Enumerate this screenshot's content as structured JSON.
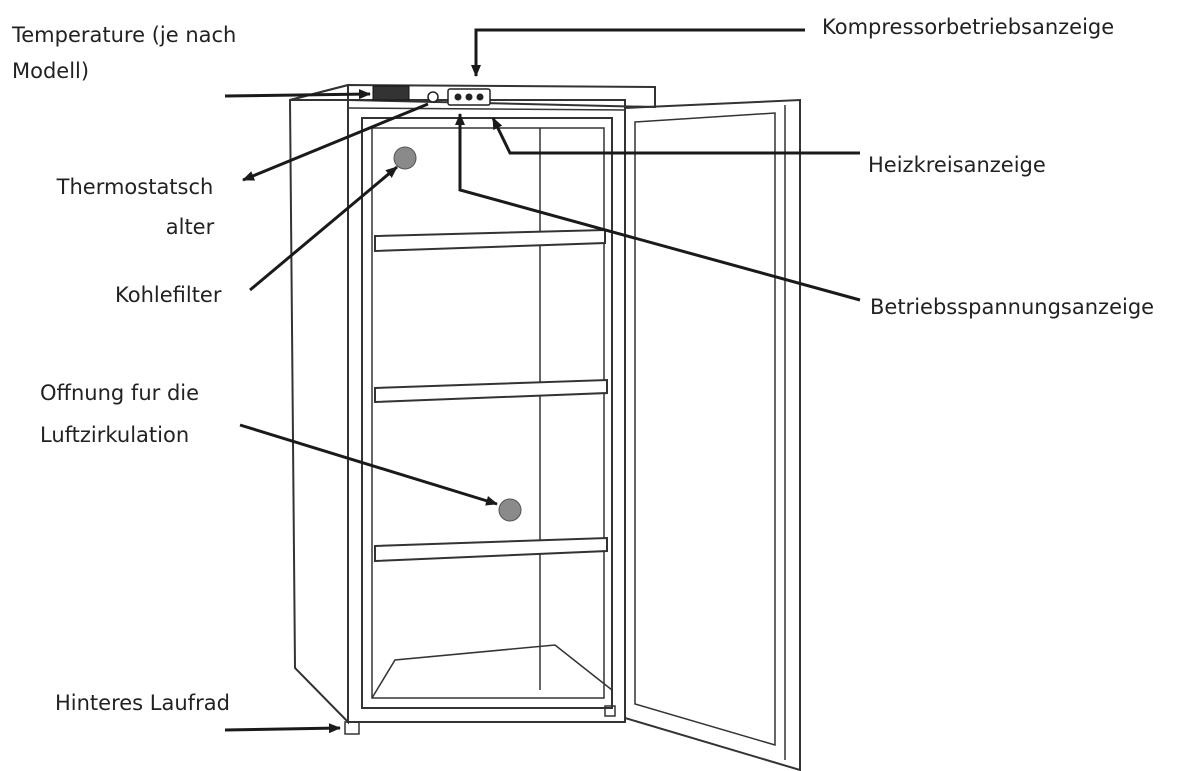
{
  "labels": {
    "temperature_line1": "Temperature (je nach",
    "temperature_line2": "Modell)",
    "kompressor": "Kompressorbetriebsanzeige",
    "thermostat_line1": "Thermostatsch",
    "thermostat_line2": "alter",
    "heizkreis": "Heizkreisanzeige",
    "kohlefilter": "Kohlefilter",
    "betriebsspannung": "Betriebsspannungsanzeige",
    "offnung_line1": "Offnung fur die",
    "offnung_line2": "Luftzirkulation",
    "laufrad": "Hinteres Laufrad"
  },
  "colors": {
    "line": "#1a1a1a",
    "text": "#222222",
    "component_dot": "#8a8a8a"
  }
}
